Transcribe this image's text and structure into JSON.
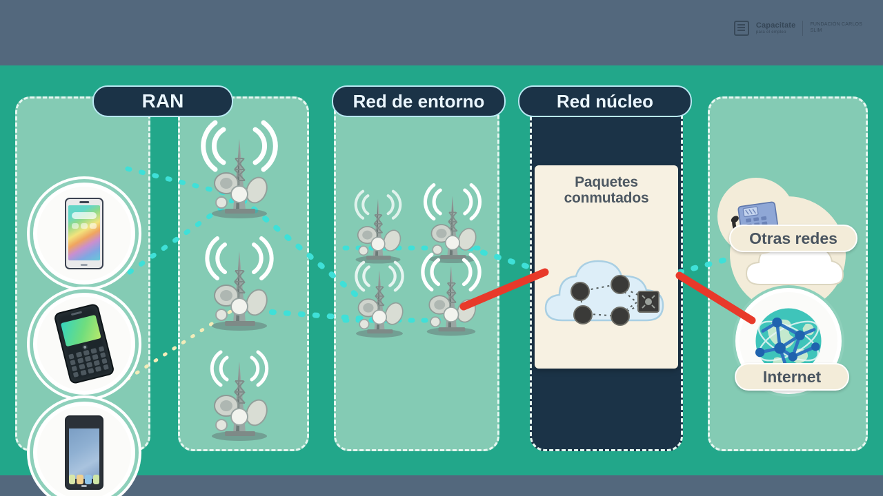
{
  "meta": {
    "title": "Arquitectura de red móvil",
    "background_color": "#22a78a",
    "bar_color": "#53687d",
    "panel_color": "#84cbb4",
    "dark_panel_color": "#1b3347",
    "cream_color": "#f3ecd9",
    "accent_cyan": "#3fe0d8",
    "accent_red": "#e8392a",
    "pill_text_color": "#eaf6ff"
  },
  "branding": {
    "logo_main": "Capacitate",
    "logo_sub": "para el empleo",
    "logo_secondary_line1": "FUNDACIÓN CARLOS",
    "logo_secondary_line2": "SLIM",
    "logo_icon": "notepad-pencil-icon"
  },
  "sections": {
    "ran": {
      "label": "RAN",
      "devices": [
        {
          "name": "smartphone-rainbow",
          "icon": "smartphone-icon"
        },
        {
          "name": "blackberry-phone",
          "icon": "qwerty-phone-icon"
        },
        {
          "name": "smartphone-blue",
          "icon": "smartphone-icon"
        }
      ],
      "towers": [
        {
          "name": "ran-tower-top",
          "icon": "cell-tower-icon",
          "signal": true
        },
        {
          "name": "ran-tower-middle",
          "icon": "cell-tower-icon",
          "signal": true
        },
        {
          "name": "ran-tower-bottom",
          "icon": "cell-tower-icon",
          "signal": true
        }
      ]
    },
    "edge": {
      "label": "Red de entorno",
      "towers": [
        {
          "name": "edge-tower-1",
          "icon": "cell-tower-icon",
          "signal": true
        },
        {
          "name": "edge-tower-2",
          "icon": "cell-tower-icon",
          "signal": true
        },
        {
          "name": "edge-tower-3",
          "icon": "cell-tower-icon",
          "signal": true
        },
        {
          "name": "edge-tower-4",
          "icon": "cell-tower-icon",
          "signal": true
        }
      ]
    },
    "core": {
      "label": "Red núcleo",
      "card_title_line1": "Paquetes",
      "card_title_line2": "conmutados",
      "cloud_icon": "cloud-icon",
      "node_count": 4,
      "switch_icon": "network-switch-icon"
    },
    "external": {
      "other_networks": {
        "label": "Otras redes",
        "icons": [
          "desk-telephone-icon",
          "cloud-icon"
        ]
      },
      "internet": {
        "label": "Internet",
        "icon": "globe-network-icon"
      }
    }
  },
  "connections": [
    {
      "name": "link-device1-to-ran-tower1",
      "style": "dashed",
      "color": "#3fe0d8"
    },
    {
      "name": "link-device2-to-ran-tower1",
      "style": "dashed",
      "color": "#3fe0d8"
    },
    {
      "name": "link-device3-to-ran-tower2",
      "style": "dashed",
      "color": "#f0e6b0"
    },
    {
      "name": "link-ran-tower1-to-edge",
      "style": "dashed",
      "color": "#3fe0d8"
    },
    {
      "name": "link-ran-tower2-to-edge",
      "style": "dashed",
      "color": "#3fe0d8"
    },
    {
      "name": "link-edge-to-core",
      "style": "solid",
      "color": "#e8392a"
    },
    {
      "name": "link-core-to-other-networks",
      "style": "dashed",
      "color": "#3fe0d8"
    },
    {
      "name": "link-core-to-internet",
      "style": "solid",
      "color": "#e8392a"
    }
  ]
}
